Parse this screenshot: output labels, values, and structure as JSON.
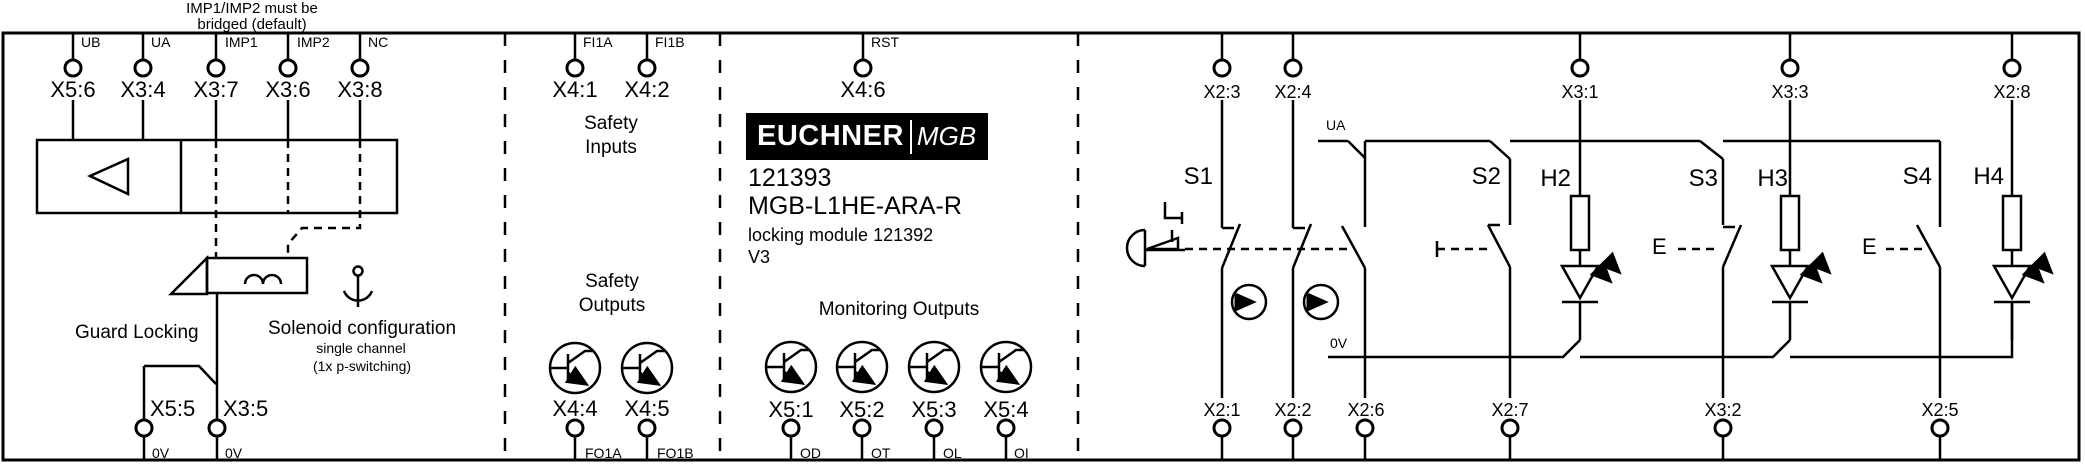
{
  "note": {
    "line1": "IMP1/IMP2 must be",
    "line2": "bridged (default)"
  },
  "logo": {
    "brand": "EUCHNER",
    "series": "MGB"
  },
  "product": {
    "order_no": "121393",
    "type_code": "MGB-L1HE-ARA-R",
    "description": "locking module 121392",
    "version": "V3"
  },
  "sections": {
    "safety_inputs": {
      "line1": "Safety",
      "line2": "Inputs"
    },
    "safety_outputs": {
      "line1": "Safety",
      "line2": "Outputs"
    },
    "monitoring_outputs": "Monitoring Outputs",
    "guard_locking": "Guard Locking",
    "solenoid": {
      "line1": "Solenoid configuration",
      "line2": "single channel",
      "line3": "(1x p-switching)"
    }
  },
  "rails": {
    "ua": "UA",
    "zero_v": "0V"
  },
  "components": {
    "s1": "S1",
    "s2": "S2",
    "s3": "S3",
    "s4": "S4",
    "h2": "H2",
    "h3": "H3",
    "h4": "H4"
  },
  "e_labels": {
    "s3": "E",
    "s4": "E"
  },
  "colors": {
    "line": "#000000",
    "background": "#ffffff",
    "logo_bg": "#000000",
    "logo_text": "#ffffff"
  },
  "terminals": {
    "top": [
      {
        "port": "X5:6",
        "signal": "UB"
      },
      {
        "port": "X3:4",
        "signal": "UA"
      },
      {
        "port": "X3:7",
        "signal": "IMP1"
      },
      {
        "port": "X3:6",
        "signal": "IMP2"
      },
      {
        "port": "X3:8",
        "signal": "NC"
      },
      {
        "port": "X4:1",
        "signal": "FI1A"
      },
      {
        "port": "X4:2",
        "signal": "FI1B"
      },
      {
        "port": "X4:6",
        "signal": "RST"
      },
      {
        "port": "X2:3",
        "signal": ""
      },
      {
        "port": "X2:4",
        "signal": ""
      },
      {
        "port": "X3:1",
        "signal": ""
      },
      {
        "port": "X3:3",
        "signal": ""
      },
      {
        "port": "X2:8",
        "signal": ""
      }
    ],
    "bottom": [
      {
        "port": "X5:5",
        "signal": "0V"
      },
      {
        "port": "X3:5",
        "signal": "0V"
      },
      {
        "port": "X4:4",
        "signal": "FO1A"
      },
      {
        "port": "X4:5",
        "signal": "FO1B"
      },
      {
        "port": "X5:1",
        "signal": "OD"
      },
      {
        "port": "X5:2",
        "signal": "OT"
      },
      {
        "port": "X5:3",
        "signal": "OL"
      },
      {
        "port": "X5:4",
        "signal": "OI"
      },
      {
        "port": "X2:1",
        "signal": ""
      },
      {
        "port": "X2:2",
        "signal": ""
      },
      {
        "port": "X2:6",
        "signal": ""
      },
      {
        "port": "X2:7",
        "signal": ""
      },
      {
        "port": "X3:2",
        "signal": ""
      },
      {
        "port": "X2:5",
        "signal": ""
      }
    ]
  }
}
